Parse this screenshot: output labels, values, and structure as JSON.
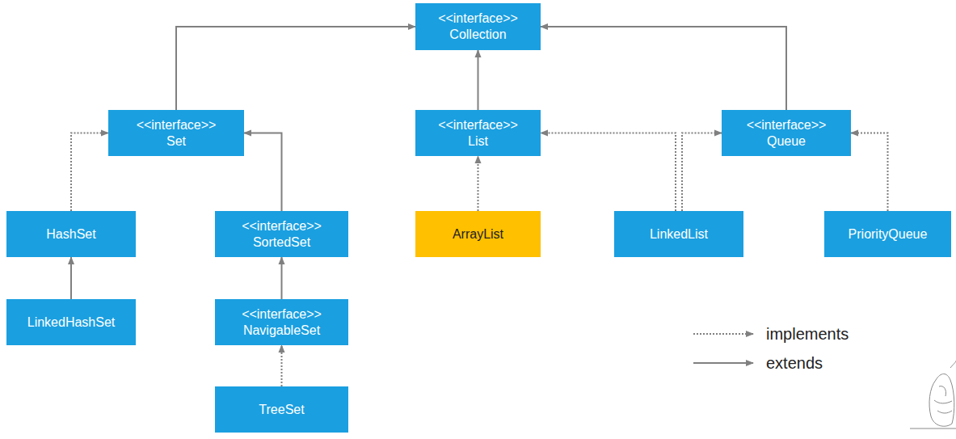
{
  "diagram": {
    "nodes": [
      {
        "text": [
          "<<interface>>",
          "Collection"
        ]
      },
      {
        "text": [
          "<<interface>>",
          "Set"
        ]
      },
      {
        "text": [
          "<<interface>>",
          "List"
        ]
      },
      {
        "text": [
          "<<interface>>",
          "Queue"
        ]
      },
      {
        "text": [
          "HashSet"
        ]
      },
      {
        "text": [
          "<<interface>>",
          "SortedSet"
        ]
      },
      {
        "text": [
          "ArrayList"
        ]
      },
      {
        "text": [
          "LinkedList"
        ]
      },
      {
        "text": [
          "PriorityQueue"
        ]
      },
      {
        "text": [
          "LinkedHashSet"
        ]
      },
      {
        "text": [
          "<<interface>>",
          "NavigableSet"
        ]
      },
      {
        "text": [
          "TreeSet"
        ]
      }
    ],
    "edges": [
      {
        "from": 1,
        "to": 0,
        "arrow": "to"
      },
      {
        "from": 3,
        "to": 0,
        "arrow": "to"
      },
      {
        "from": 2,
        "to": 0,
        "arrow": "to"
      },
      {
        "from": 4,
        "to": 1,
        "arrow": "to"
      },
      {
        "from": 5,
        "to": 1,
        "arrow": "to"
      },
      {
        "from": 6,
        "to": 2,
        "arrow": "to"
      },
      {
        "from": 7,
        "to": 2,
        "arrow": "to"
      },
      {
        "from": 7,
        "to": 3,
        "arrow": "to"
      },
      {
        "from": 8,
        "to": 3,
        "arrow": "to"
      },
      {
        "from": 9,
        "to": 4,
        "arrow": "to"
      },
      {
        "from": 10,
        "to": 5,
        "arrow": "to"
      },
      {
        "from": 11,
        "to": 10,
        "arrow": "to"
      }
    ],
    "legend": [
      {
        "text": "implements"
      },
      {
        "text": "extends"
      }
    ]
  }
}
